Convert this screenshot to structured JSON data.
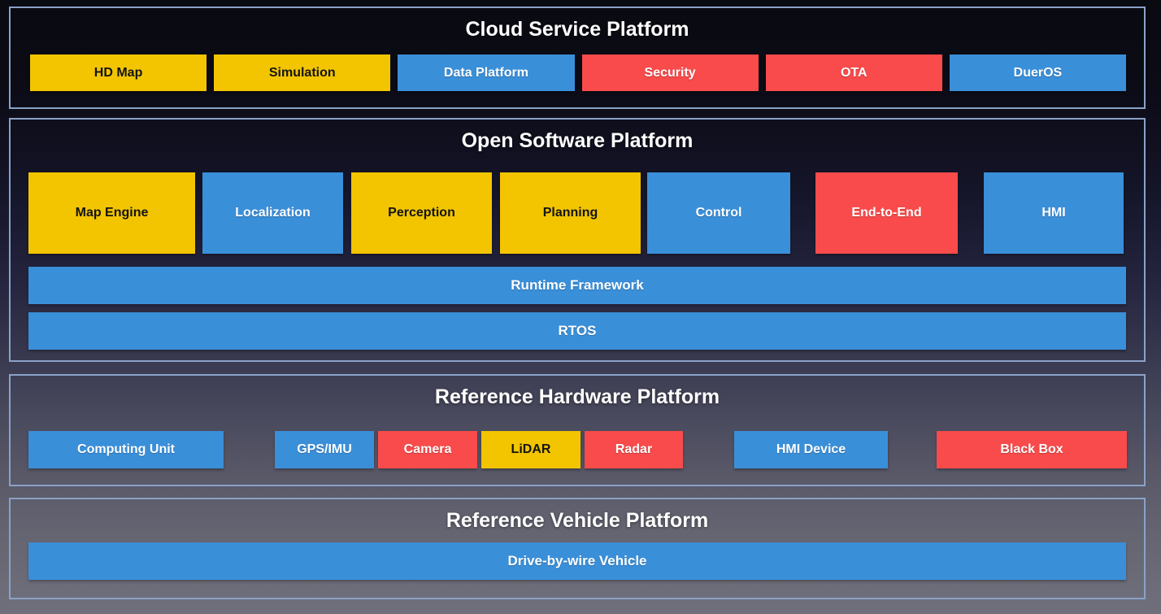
{
  "colors": {
    "yellow": "#f2c500",
    "blue": "#3a8fd9",
    "red": "#f94b4b",
    "text_on_yellow": "#141414",
    "text_on_blue_red": "#ffffff",
    "section_border": "#8aa2c8",
    "title_text": "#ffffff"
  },
  "sections": [
    {
      "title": "Cloud Service Platform",
      "boxes": [
        {
          "label": "HD Map",
          "color": "yellow"
        },
        {
          "label": "Simulation",
          "color": "yellow"
        },
        {
          "label": "Data Platform",
          "color": "blue"
        },
        {
          "label": "Security",
          "color": "red"
        },
        {
          "label": "OTA",
          "color": "red"
        },
        {
          "label": "DuerOS",
          "color": "blue"
        }
      ]
    },
    {
      "title": "Open Software Platform",
      "modules": [
        {
          "label": "Map Engine",
          "color": "yellow"
        },
        {
          "label": "Localization",
          "color": "blue"
        },
        {
          "label": "Perception",
          "color": "yellow"
        },
        {
          "label": "Planning",
          "color": "yellow"
        },
        {
          "label": "Control",
          "color": "blue"
        },
        {
          "label": "End-to-End",
          "color": "red"
        },
        {
          "label": "HMI",
          "color": "blue"
        }
      ],
      "bars": [
        {
          "label": "Runtime Framework",
          "color": "blue"
        },
        {
          "label": "RTOS",
          "color": "blue"
        }
      ]
    },
    {
      "title": "Reference Hardware Platform",
      "boxes": [
        {
          "label": "Computing Unit",
          "color": "blue"
        },
        {
          "label": "GPS/IMU",
          "color": "blue"
        },
        {
          "label": "Camera",
          "color": "red"
        },
        {
          "label": "LiDAR",
          "color": "yellow"
        },
        {
          "label": "Radar",
          "color": "red"
        },
        {
          "label": "HMI Device",
          "color": "blue"
        },
        {
          "label": "Black Box",
          "color": "red"
        }
      ]
    },
    {
      "title": "Reference Vehicle Platform",
      "bars": [
        {
          "label": "Drive-by-wire Vehicle",
          "color": "blue"
        }
      ]
    }
  ]
}
